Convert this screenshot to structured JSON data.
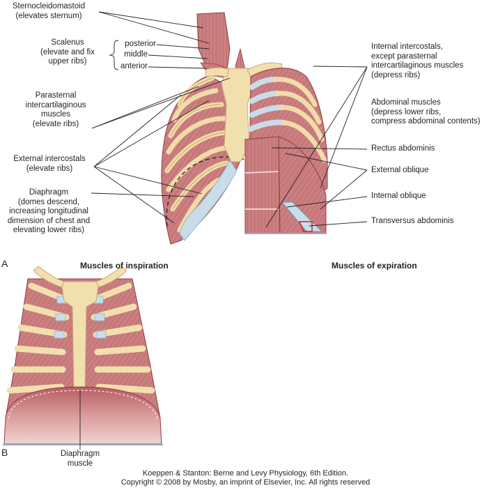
{
  "labels": {
    "scm": [
      "Sternocleidomastoid",
      "(elevates sternum)"
    ],
    "scalenus": [
      "Scalenus",
      "(elevate and fix",
      "upper ribs)"
    ],
    "scalenus_parts": [
      "posterior",
      "middle",
      "anterior"
    ],
    "parasternal": [
      "Parasternal",
      "intercartilaginous",
      "muscles",
      "(elevate ribs)"
    ],
    "external_intercostals": [
      "External intercostals",
      "(elevate ribs)"
    ],
    "diaphragm": [
      "Diaphragm",
      "(domes descend,",
      "increasing longitudinal",
      "dimension of chest and",
      "elevating lower ribs)"
    ],
    "internal_intercostals": [
      "Internal intercostals,",
      "except parasternal",
      "intercartilaginous muscles",
      "(depress ribs)"
    ],
    "abdominal": [
      "Abdominal muscles",
      "(depress lower ribs,",
      "compress abdominal contents)"
    ],
    "rectus": "Rectus abdominis",
    "external_oblique": "External oblique",
    "internal_oblique": "Internal oblique",
    "transversus": "Transversus abdominis",
    "diaphragm_muscle": [
      "Diaphragm",
      "muscle"
    ]
  },
  "headers": {
    "inspiration": "Muscles of inspiration",
    "expiration": "Muscles of expiration"
  },
  "panels": {
    "a": "A",
    "b": "B"
  },
  "credit": [
    "Koeppen & Stanton: Berne and Levy Physiology, 6th Edition.",
    "Copyright © 2008 by Mosby, an imprint of Elsevier, Inc. All rights reserved"
  ],
  "colors": {
    "muscle": "#c97a7a",
    "muscle_dark": "#a84f52",
    "bone": "#f2dfae",
    "cartilage": "#c9dde9",
    "leader": "#231f20"
  }
}
